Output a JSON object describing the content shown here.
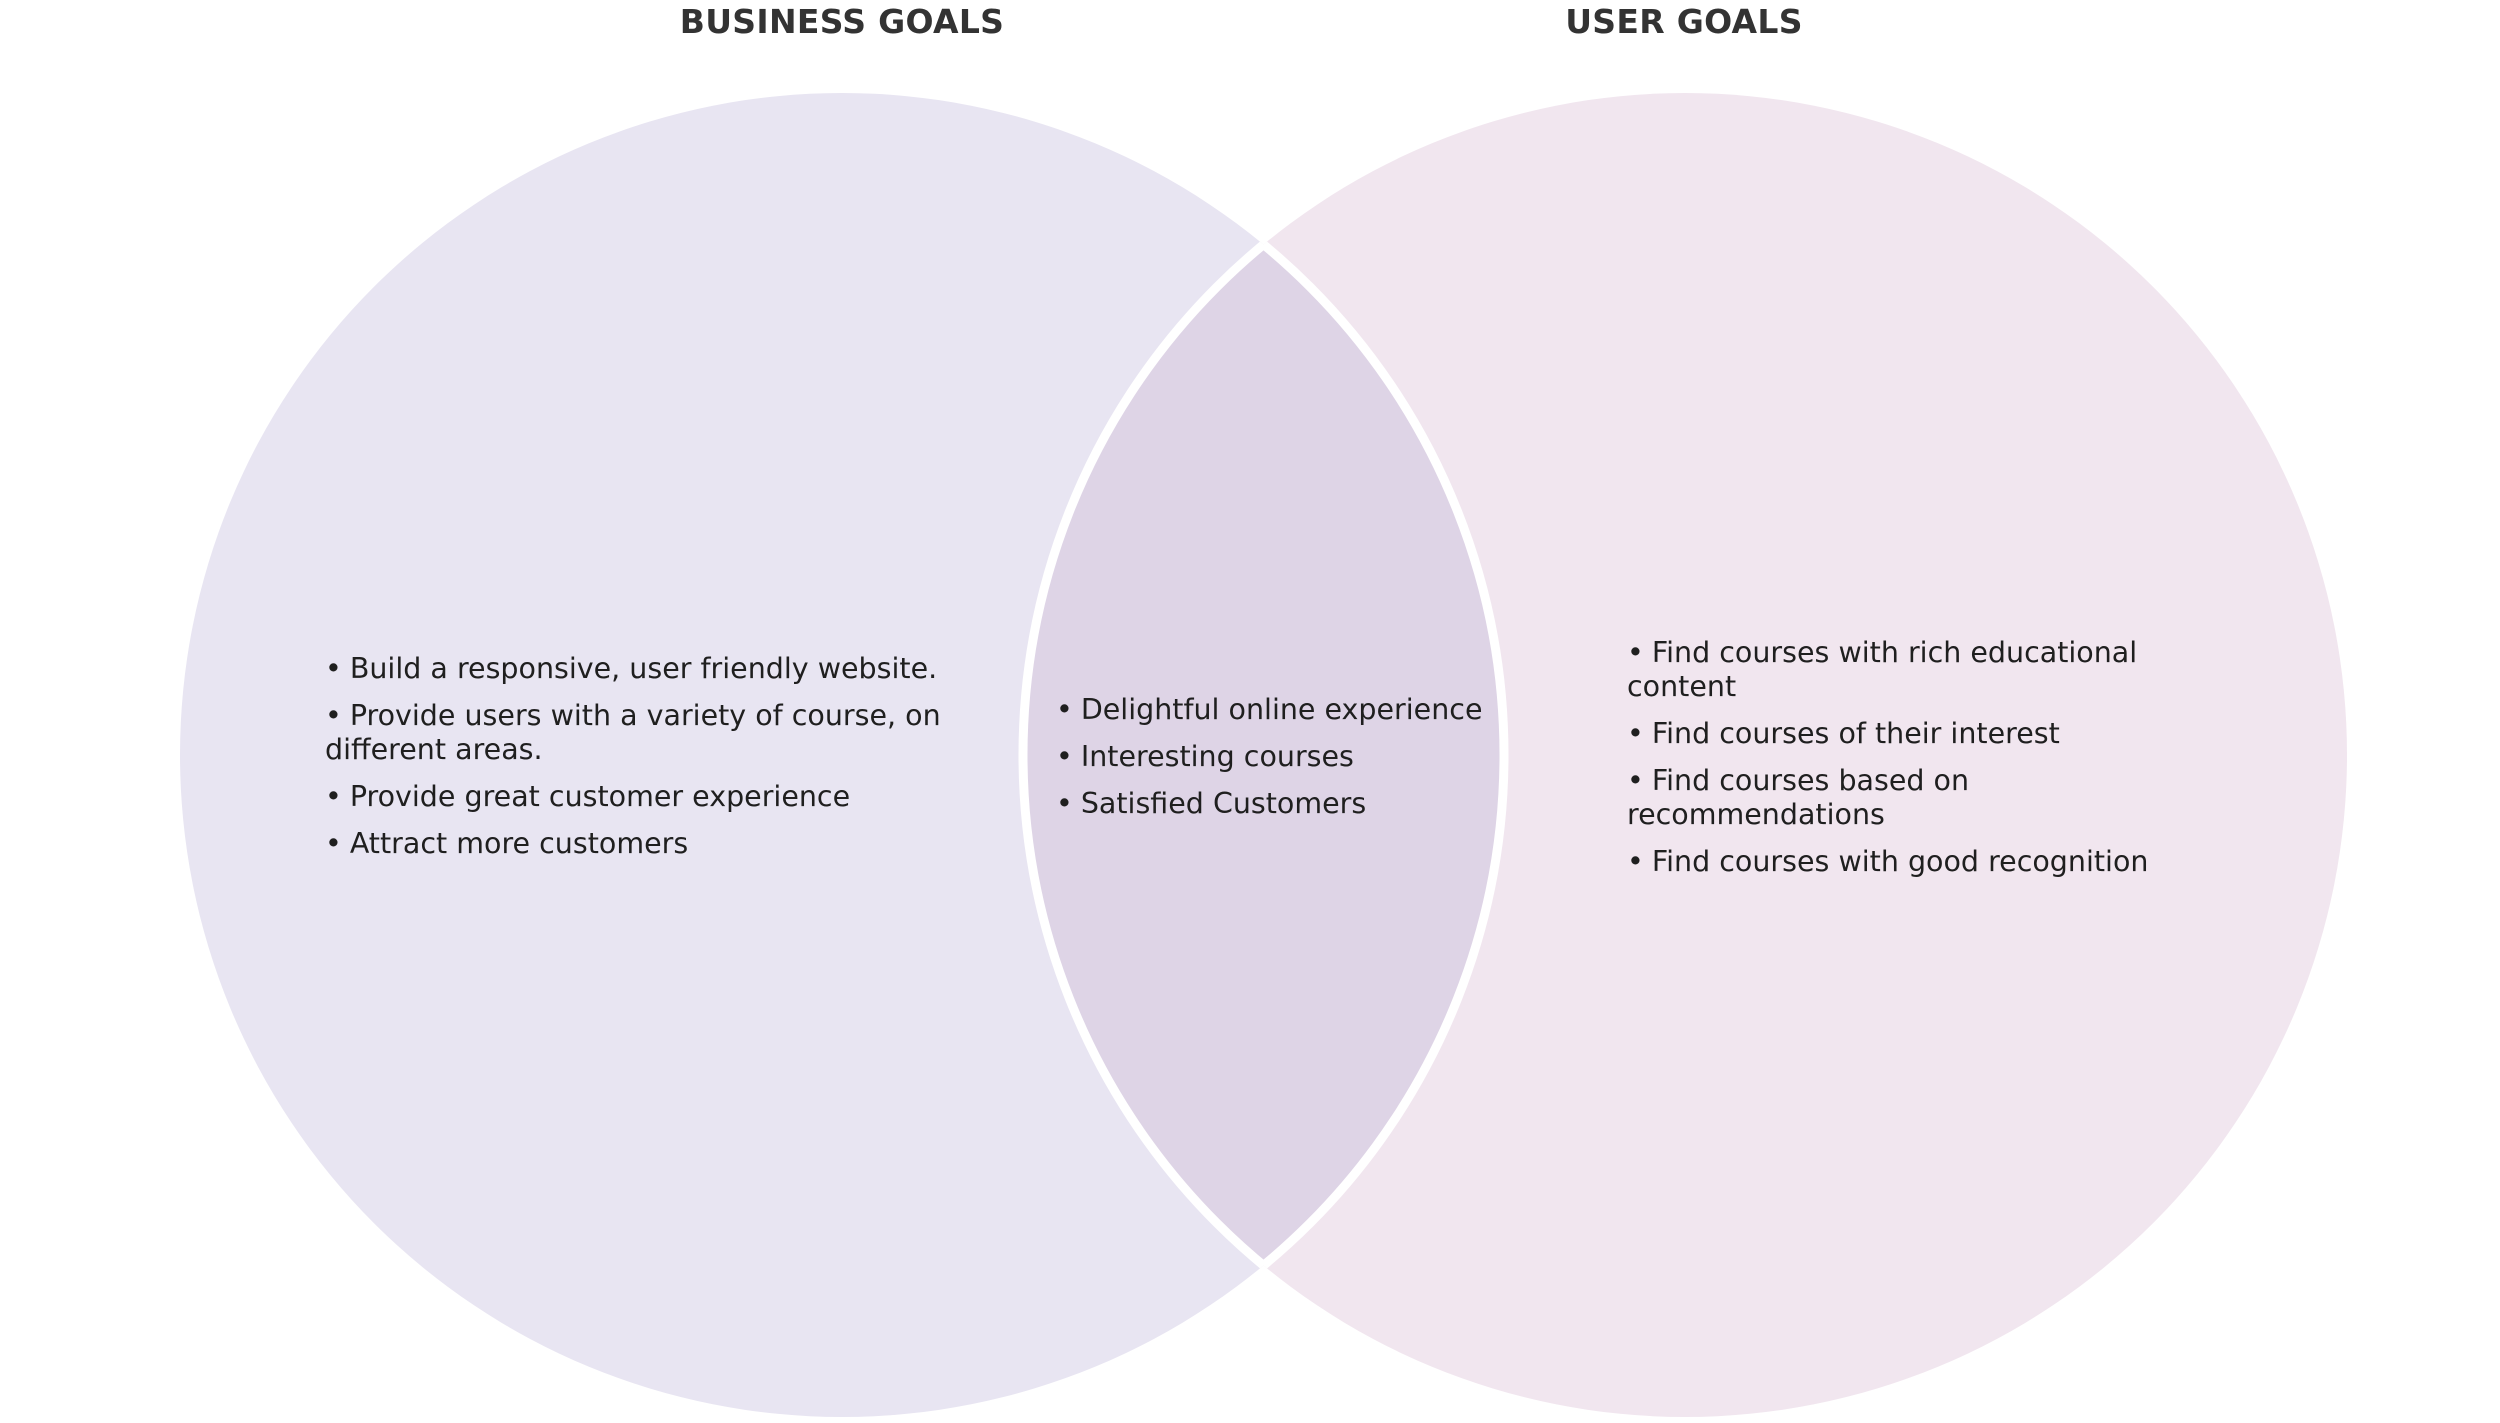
{
  "colors": {
    "business_fill": "#e8e5f2",
    "user_fill": "#f1e6ef",
    "overlap_fill": "#ded4e6",
    "divider": "#ffffff",
    "text": "#1f1f1f",
    "title_text": "#333333"
  },
  "business": {
    "title": "BUSINESS GOALS",
    "items": [
      "Build a responsive, user friendly website.",
      "Provide users with a variety of course, on different areas.",
      "Provide great customer experience",
      "Attract more customers"
    ]
  },
  "shared": {
    "items": [
      "Delightful online experience",
      "Interesting courses",
      "Satisfied Customers"
    ]
  },
  "user": {
    "title": "USER GOALS",
    "items": [
      "Find courses with rich educational content",
      "Find courses of their interest",
      "Find courses based on recommendations",
      "Find courses with good recognition"
    ]
  },
  "bullet_glyph": "•"
}
